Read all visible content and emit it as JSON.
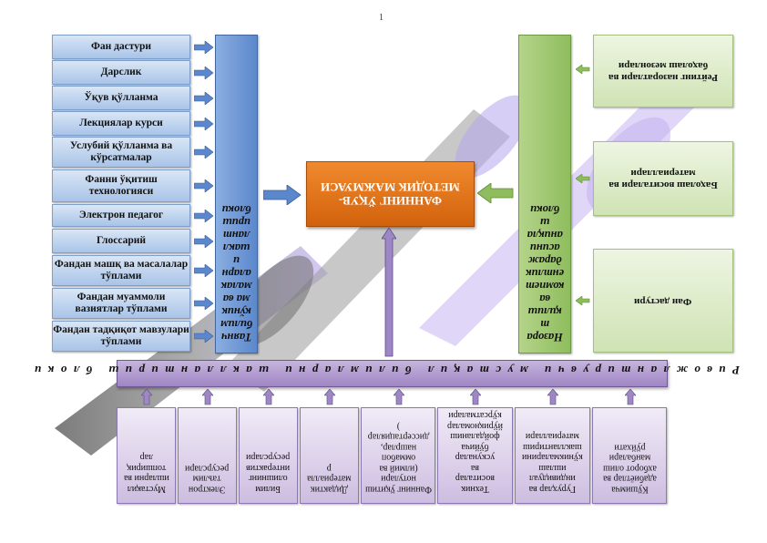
{
  "page_number": "1",
  "left_items": [
    "Фан дастури",
    "Дарслик",
    "Ўқув қўлланма",
    "Лекциялар курси",
    "Услубий қўлланма ва кўрсатмалар",
    "Фанни ўқитиш технологияси",
    "Электрон педагог",
    "Глоссарий",
    "Фандан машқ ва масалалар тўплами",
    "Фандан муаммоли вазиятлар тўплами",
    "Фандан тадқиқот мавзулари тўплами"
  ],
  "blue_column": [
    "Таянч",
    "билим",
    "кўник",
    "ма ва",
    "малак",
    "аларн",
    "и",
    "шакл",
    "лант",
    "ириш",
    "блоки"
  ],
  "center_title": [
    "ФАННИНГ ЎҚУВ-",
    "МЕТОДИК МАЖМУАСИ"
  ],
  "green_column": [
    "Назора",
    "т",
    "қилиш",
    "ва",
    "компет",
    "ентлик",
    "дараж",
    "асини",
    "аниқла",
    "ш",
    "блоки"
  ],
  "right_items": [
    "Рейтинг назоратлари ва баҳолаш мезонлари",
    "Баҳолаш воситалари ва материаллари",
    "Фан дастури"
  ],
  "bottom_band_text": "Ривожлантирувчи мустақил билимларни шакллантириш блоки",
  "bottom_items": [
    [
      "Мустақил",
      "ишларни ва",
      "топшириқ",
      "лар"
    ],
    [
      "Электрон",
      "таълим",
      "ресурслари"
    ],
    [
      "Билим",
      "олишнинг",
      "интерактив",
      "ресурслари"
    ],
    [
      "Дидактик",
      "материалла",
      "р"
    ],
    [
      "Фаннинг ўқитиш",
      "нотулари",
      "(илмий ва",
      "оммабоп",
      "нашрлар,",
      "диссертациялар",
      ")"
    ],
    [
      "Техник",
      "воситалар",
      "ва",
      "ускуналар",
      "бўйича",
      "фойдаланиш",
      "йўриқномалар",
      "кўрсатмалари"
    ],
    [
      "Гуруҳлар ва",
      "индивидуал",
      "ишлаш",
      "кўникмаларини",
      "шакллантириш",
      "материаллари"
    ],
    [
      "Кўшимча",
      "адабиётлар ва",
      "ахборот олиш",
      "манбалари",
      "рўйхати"
    ]
  ],
  "colors": {
    "left_box": "#a9c4e8",
    "blue_column": "#5b87cc",
    "center_box": "#e07418",
    "green_column": "#8fbd5d",
    "right_box": "#cfe3b4",
    "band": "#9f86c4",
    "bottom_box": "#cdbde0"
  }
}
